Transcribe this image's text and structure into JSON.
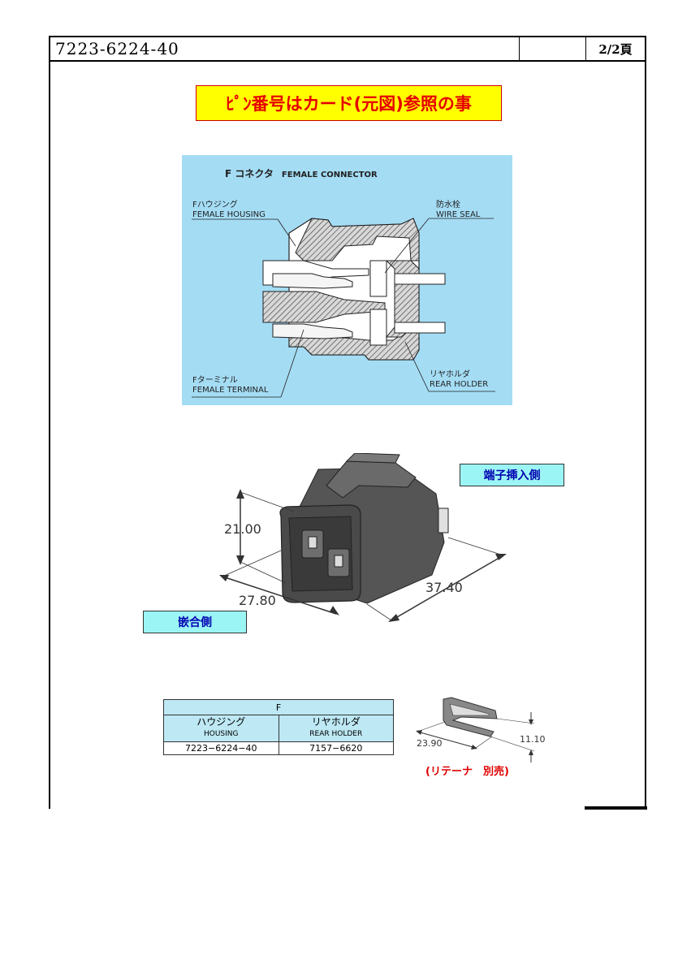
{
  "header": {
    "part_number": "7223-6224-40",
    "page": "2/2頁"
  },
  "notice": "ﾋﾟﾝ番号はカード(元図)参照の事",
  "cross_section": {
    "title_jp": "F コネクタ",
    "title_en": "FEMALE CONNECTOR",
    "labels": {
      "housing_jp": "Fハウジング",
      "housing_en": "FEMALE HOUSING",
      "seal_jp": "防水栓",
      "seal_en": "WIRE SEAL",
      "terminal_jp": "Fターミナル",
      "terminal_en": "FEMALE TERMINAL",
      "holder_jp": "リヤホルダ",
      "holder_en": "REAR HOLDER"
    }
  },
  "tags": {
    "insert_side": "端子挿入側",
    "mating_side": "嵌合側"
  },
  "dimensions": {
    "height": "21.00",
    "width": "27.80",
    "length": "37.40"
  },
  "parts_table": {
    "group": "F",
    "columns": [
      {
        "jp": "ハウジング",
        "en": "HOUSING",
        "value": "7223−6224−40"
      },
      {
        "jp": "リヤホルダ",
        "en": "REAR HOLDER",
        "value": "7157−6620"
      }
    ]
  },
  "retainer": {
    "dim_length": "23.90",
    "dim_height": "11.10",
    "note": "(リテーナ　別売)"
  }
}
